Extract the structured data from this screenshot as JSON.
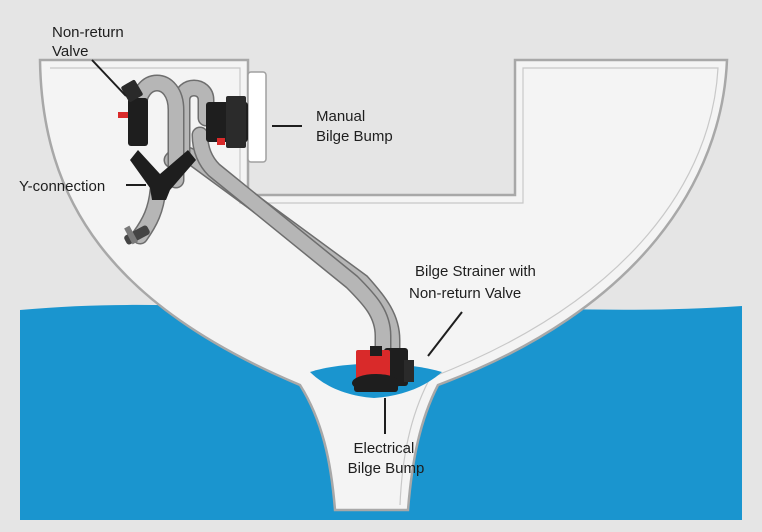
{
  "colors": {
    "background": "#e5e5e5",
    "water": "#1a95cf",
    "hull_fill": "#f4f4f4",
    "hull_outline": "#a8a8a8",
    "hose": "#b6b6b6",
    "hose_edge": "#6e6e6e",
    "pump_body": "#d92a2a",
    "fitting": "#1e1e1e",
    "label_text": "#1e1e1e"
  },
  "labels": {
    "non_return_valve": [
      "Non-return",
      "Valve"
    ],
    "manual_pump": [
      "Manual",
      "Bilge Bump"
    ],
    "y_connection": "Y-connection",
    "strainer": [
      "Bilge Strainer with",
      "Non-return Valve"
    ],
    "electrical_pump": [
      "Electrical",
      "Bilge Bump"
    ]
  }
}
